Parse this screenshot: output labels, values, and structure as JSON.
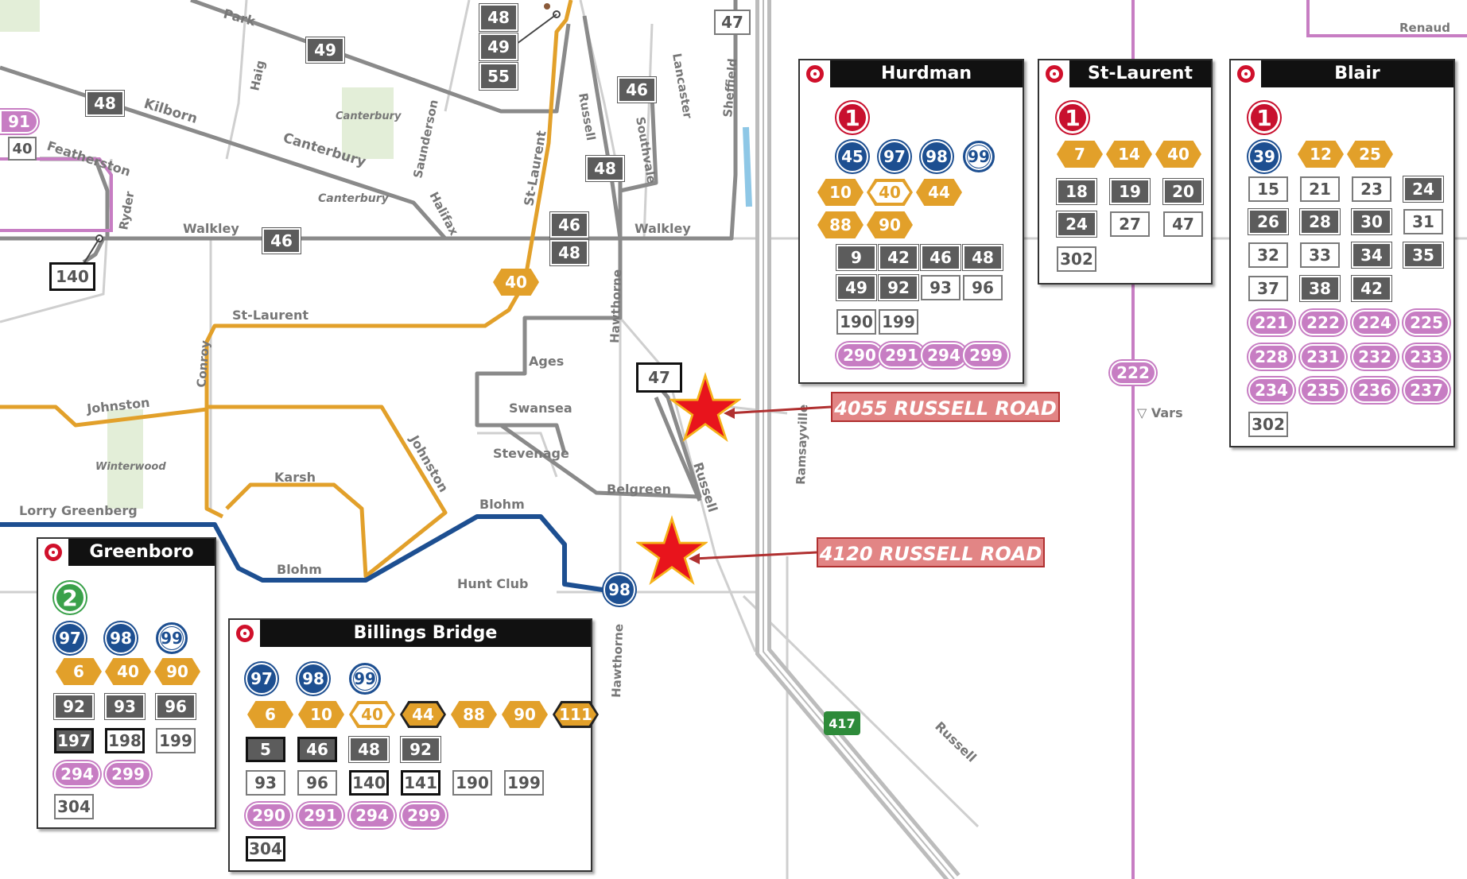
{
  "streets": {
    "park": "Park",
    "kilborn": "Kilborn",
    "haig": "Haig",
    "featherston": "Featherston",
    "canterbury": "Canterbury",
    "canterbury_park": "Canterbury",
    "canterbury_facility": "Canterbury",
    "saunderson": "Saunderson",
    "halifax": "Halifax",
    "ryder": "Ryder",
    "walkley_w": "Walkley",
    "walkley_e": "Walkley",
    "st_laurent_v": "St-Laurent",
    "st_laurent_h": "St-Laurent",
    "russell_n": "Russell",
    "southvale": "Southvale",
    "lancaster": "Lancaster",
    "sheffield": "Sheffield",
    "hawthorne_n": "Hawthorne",
    "hawthorne_s": "Hawthorne",
    "conroy": "Conroy",
    "johnston_w": "Johnston",
    "johnston_diag": "Johnston",
    "winterwood": "Winterwood",
    "karsh": "Karsh",
    "ages": "Ages",
    "swansea": "Swansea",
    "stevenage": "Stevenage",
    "belgreen": "Belgreen",
    "russell_mid": "Russell",
    "blohm_e": "Blohm",
    "blohm_w": "Blohm",
    "lorry_greenberg": "Lorry Greenberg",
    "hunt_club": "Hunt Club",
    "ramsayville": "Ramsayville",
    "russell_se": "Russell",
    "renaud": "Renaud",
    "vars": "Vars"
  },
  "map_routes": {
    "r48a": "48",
    "r49a": "49",
    "r55": "55",
    "r47a": "47",
    "r49b": "49",
    "r48b": "48",
    "r46a": "46",
    "r48c": "48",
    "r46b": "46",
    "r48d": "48",
    "r46c": "46",
    "r140": "140",
    "r40": "40",
    "r47b": "47",
    "r98": "98",
    "r222": "222",
    "r91": "91",
    "r40w": "40",
    "hwy417": "417"
  },
  "callouts": {
    "c1": "4055 RUSSELL ROAD",
    "c2": "4120 RUSSELL ROAD"
  },
  "colors": {
    "blue_route": "#1d4f91",
    "orange_route": "#e2a02a",
    "gray_route": "#8a8a8a",
    "pink_route": "#c77dc3",
    "otrain": "#c8102e",
    "star": "#e8141c",
    "callout_fill": "#e28585"
  },
  "stations": {
    "hurdman": {
      "name": "Hurdman",
      "rows": [
        [
          {
            "t": "otrain",
            "v": "1"
          }
        ],
        [
          {
            "t": "blue",
            "v": "45"
          },
          {
            "t": "blue",
            "v": "97"
          },
          {
            "t": "blue",
            "v": "98"
          },
          {
            "t": "blueo",
            "v": "99"
          }
        ],
        [
          {
            "t": "orange",
            "v": "10"
          },
          {
            "t": "orangeo",
            "v": "40"
          },
          {
            "t": "orange",
            "v": "44"
          }
        ],
        [
          {
            "t": "orange",
            "v": "88"
          },
          {
            "t": "orange",
            "v": "90"
          }
        ],
        [
          {
            "t": "gray",
            "v": "9"
          },
          {
            "t": "gray",
            "v": "42"
          },
          {
            "t": "gray",
            "v": "46"
          },
          {
            "t": "gray",
            "v": "48"
          }
        ],
        [
          {
            "t": "gray",
            "v": "49"
          },
          {
            "t": "gray",
            "v": "92"
          },
          {
            "t": "white",
            "v": "93"
          },
          {
            "t": "white",
            "v": "96"
          }
        ],
        [
          {
            "t": "white",
            "v": "190"
          },
          {
            "t": "white",
            "v": "199"
          }
        ],
        [
          {
            "t": "pink",
            "v": "290"
          },
          {
            "t": "pink",
            "v": "291"
          },
          {
            "t": "pink",
            "v": "294"
          },
          {
            "t": "pink",
            "v": "299"
          }
        ]
      ]
    },
    "st_laurent": {
      "name": "St-Laurent",
      "rows": [
        [
          {
            "t": "otrain",
            "v": "1"
          }
        ],
        [
          {
            "t": "orange",
            "v": "7"
          },
          {
            "t": "orange",
            "v": "14"
          },
          {
            "t": "orange",
            "v": "40"
          }
        ],
        [
          {
            "t": "gray",
            "v": "18"
          },
          {
            "t": "gray",
            "v": "19"
          },
          {
            "t": "gray",
            "v": "20"
          }
        ],
        [
          {
            "t": "gray",
            "v": "24"
          },
          {
            "t": "white",
            "v": "27"
          },
          {
            "t": "white",
            "v": "47"
          }
        ],
        [
          {
            "t": "white",
            "v": "302"
          }
        ]
      ]
    },
    "blair": {
      "name": "Blair",
      "rows": [
        [
          {
            "t": "otrain",
            "v": "1"
          }
        ],
        [
          {
            "t": "blue",
            "v": "39"
          },
          {
            "t": "orange",
            "v": "12"
          },
          {
            "t": "orange",
            "v": "25"
          }
        ],
        [
          {
            "t": "white",
            "v": "15"
          },
          {
            "t": "white",
            "v": "21"
          },
          {
            "t": "white",
            "v": "23"
          },
          {
            "t": "gray",
            "v": "24"
          }
        ],
        [
          {
            "t": "gray",
            "v": "26"
          },
          {
            "t": "gray",
            "v": "28"
          },
          {
            "t": "gray",
            "v": "30"
          },
          {
            "t": "white",
            "v": "31"
          }
        ],
        [
          {
            "t": "white",
            "v": "32"
          },
          {
            "t": "white",
            "v": "33"
          },
          {
            "t": "gray",
            "v": "34"
          },
          {
            "t": "gray",
            "v": "35"
          }
        ],
        [
          {
            "t": "white",
            "v": "37"
          },
          {
            "t": "gray",
            "v": "38"
          },
          {
            "t": "gray",
            "v": "42"
          }
        ],
        [
          {
            "t": "pink",
            "v": "221"
          },
          {
            "t": "pink",
            "v": "222"
          },
          {
            "t": "pink",
            "v": "224"
          },
          {
            "t": "pink",
            "v": "225"
          }
        ],
        [
          {
            "t": "pink",
            "v": "228"
          },
          {
            "t": "pink",
            "v": "231"
          },
          {
            "t": "pink",
            "v": "232"
          },
          {
            "t": "pink",
            "v": "233"
          }
        ],
        [
          {
            "t": "pink",
            "v": "234"
          },
          {
            "t": "pink",
            "v": "235"
          },
          {
            "t": "pink",
            "v": "236"
          },
          {
            "t": "pink",
            "v": "237"
          }
        ],
        [
          {
            "t": "white",
            "v": "302"
          }
        ]
      ]
    },
    "greenboro": {
      "name": "Greenboro",
      "rows": [
        [
          {
            "t": "otrain2",
            "v": "2"
          }
        ],
        [
          {
            "t": "blue",
            "v": "97"
          },
          {
            "t": "blue",
            "v": "98"
          },
          {
            "t": "blueo",
            "v": "99"
          }
        ],
        [
          {
            "t": "orange",
            "v": "6"
          },
          {
            "t": "orange",
            "v": "40"
          },
          {
            "t": "orange",
            "v": "90"
          }
        ],
        [
          {
            "t": "gray",
            "v": "92"
          },
          {
            "t": "gray",
            "v": "93"
          },
          {
            "t": "gray",
            "v": "96"
          }
        ],
        [
          {
            "t": "grayk",
            "v": "197"
          },
          {
            "t": "whitek",
            "v": "198"
          },
          {
            "t": "white",
            "v": "199"
          }
        ],
        [
          {
            "t": "pink",
            "v": "294"
          },
          {
            "t": "pink",
            "v": "299"
          }
        ],
        [
          {
            "t": "white",
            "v": "304"
          }
        ]
      ]
    },
    "billings_bridge": {
      "name": "Billings Bridge",
      "rows": [
        [
          {
            "t": "blue",
            "v": "97"
          },
          {
            "t": "blue",
            "v": "98"
          },
          {
            "t": "blueo",
            "v": "99"
          }
        ],
        [
          {
            "t": "orange",
            "v": "6"
          },
          {
            "t": "orange",
            "v": "10"
          },
          {
            "t": "orangeo",
            "v": "40"
          },
          {
            "t": "orangek",
            "v": "44"
          },
          {
            "t": "orange",
            "v": "88"
          },
          {
            "t": "orange",
            "v": "90"
          },
          {
            "t": "orangek",
            "v": "111"
          }
        ],
        [
          {
            "t": "grayk",
            "v": "5"
          },
          {
            "t": "grayk",
            "v": "46"
          },
          {
            "t": "gray",
            "v": "48"
          },
          {
            "t": "gray",
            "v": "92"
          }
        ],
        [
          {
            "t": "white",
            "v": "93"
          },
          {
            "t": "white",
            "v": "96"
          },
          {
            "t": "whitek",
            "v": "140"
          },
          {
            "t": "whitek",
            "v": "141"
          },
          {
            "t": "white",
            "v": "190"
          },
          {
            "t": "white",
            "v": "199"
          }
        ],
        [
          {
            "t": "pink",
            "v": "290"
          },
          {
            "t": "pink",
            "v": "291"
          },
          {
            "t": "pink",
            "v": "294"
          },
          {
            "t": "pink",
            "v": "299"
          }
        ],
        [
          {
            "t": "whitek",
            "v": "304"
          }
        ]
      ]
    }
  }
}
